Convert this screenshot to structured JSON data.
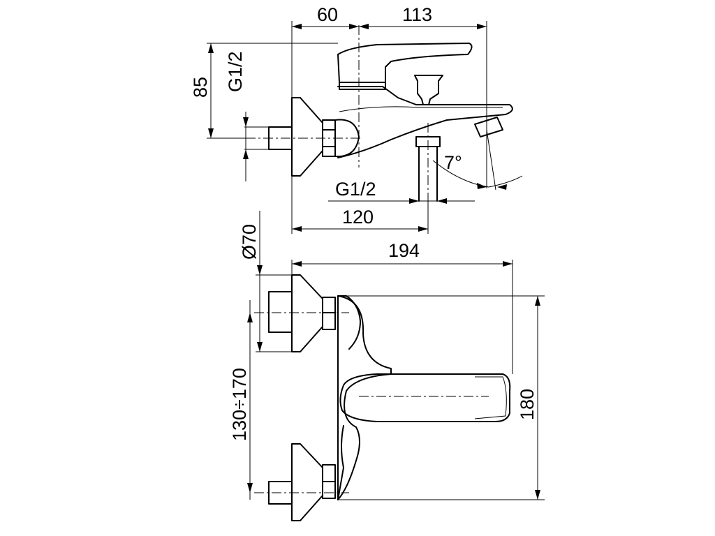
{
  "dimensions": {
    "d60": "60",
    "d113": "113",
    "d85": "85",
    "g12_left": "G1/2",
    "g12_bottom": "G1/2",
    "d120": "120",
    "angle": "7°",
    "d70": "Ø70",
    "d194": "194",
    "d180": "180",
    "d130_170": "130÷170"
  }
}
